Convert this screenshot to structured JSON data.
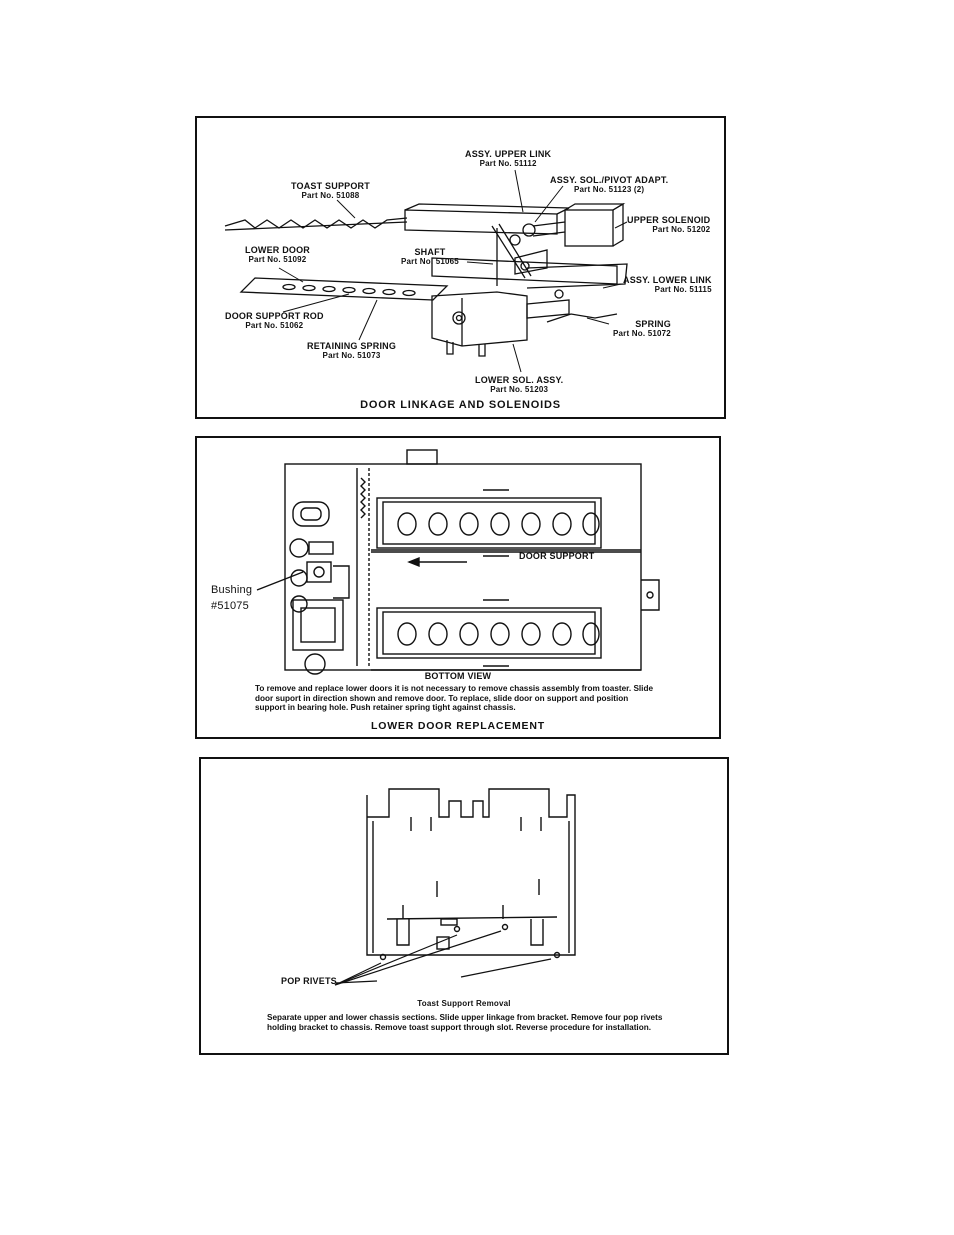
{
  "panel1": {
    "title": "DOOR LINKAGE AND SOLENOIDS",
    "callouts": {
      "upper_link": {
        "name": "ASSY. UPPER LINK",
        "part": "Part No. 51112"
      },
      "sol_pivot": {
        "name": "ASSY. SOL./PIVOT ADAPT.",
        "part": "Part No. 51123 (2)"
      },
      "toast_support": {
        "name": "TOAST SUPPORT",
        "part": "Part No. 51088"
      },
      "upper_solenoid": {
        "name": "UPPER SOLENOID",
        "part": "Part No. 51202"
      },
      "lower_door": {
        "name": "LOWER DOOR",
        "part": "Part No. 51092"
      },
      "shaft": {
        "name": "SHAFT",
        "part": "Part No. 51065"
      },
      "lower_link": {
        "name": "ASSY. LOWER LINK",
        "part": "Part No. 51115"
      },
      "door_support_rod": {
        "name": "DOOR SUPPORT ROD",
        "part": "Part No. 51062"
      },
      "spring": {
        "name": "SPRING",
        "part": "Part No. 51072"
      },
      "retaining_spring": {
        "name": "RETAINING SPRING",
        "part": "Part No. 51073"
      },
      "lower_sol": {
        "name": "LOWER SOL. ASSY.",
        "part": "Part No. 51203"
      }
    }
  },
  "panel2": {
    "title": "LOWER DOOR REPLACEMENT",
    "door_support_label": "DOOR SUPPORT",
    "bushing_label": "Bushing",
    "bushing_part": "#51075",
    "view_label": "BOTTOM VIEW",
    "note": "To remove and replace lower doors it is not necessary to remove chassis assembly from toaster. Slide door suport in direction shown and remove door. To replace, slide door on support and position support in bearing hole. Push retainer spring tight against chassis."
  },
  "panel3": {
    "pop_rivets_label": "POP RIVETS",
    "title": "Toast Support Removal",
    "note": "Separate upper and lower chassis sections. Slide upper linkage from bracket. Remove four pop rivets holding bracket to chassis. Remove toast support through slot. Reverse procedure for installation."
  }
}
